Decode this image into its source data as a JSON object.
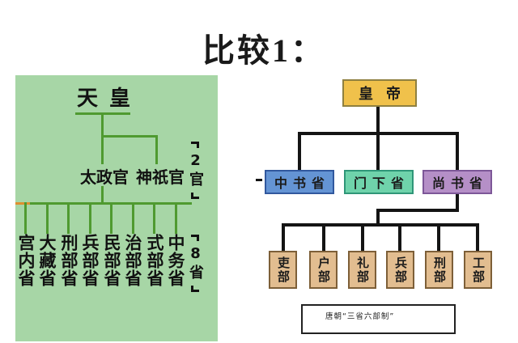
{
  "title": "比较1：",
  "colors": {
    "left_bg": "#a7d6a6",
    "left_line": "#4f9a30",
    "left_accent": "#dd9030",
    "right_line": "#141414",
    "title_color": "#1a1a1a"
  },
  "left_chart": {
    "emperor": "天皇",
    "councils": [
      "太政官",
      "神祇官"
    ],
    "councils_badge": "2官",
    "ministries": [
      "宫内省",
      "大藏省",
      "刑部省",
      "兵部省",
      "民部省",
      "治部省",
      "式部省",
      "中务省"
    ],
    "ministries_badge": "8省"
  },
  "right_chart": {
    "emperor": {
      "label": "皇帝",
      "fill": "#f0c14b",
      "border": "#8f8040"
    },
    "departments": [
      {
        "label": "中书省",
        "fill": "#6494d4",
        "border": "#31589e"
      },
      {
        "label": "门下省",
        "fill": "#6fd3ab",
        "border": "#2f9678"
      },
      {
        "label": "尚书省",
        "fill": "#b58fc7",
        "border": "#7d5798"
      }
    ],
    "ministry_colors": {
      "fill": "#e2bd90",
      "border": "#7d5f38"
    },
    "ministries": [
      "吏部",
      "户部",
      "礼部",
      "兵部",
      "刑部",
      "工部"
    ],
    "caption": "唐朝“三省六部制”"
  }
}
